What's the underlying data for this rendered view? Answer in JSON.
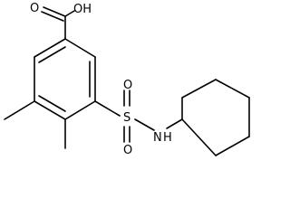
{
  "molecule": {
    "atoms": {
      "carboxyl_oh": "OH",
      "carboxyl_o": "O",
      "sulfur": "S",
      "sulfonyl_o_top": "O",
      "sulfonyl_o_bottom": "O",
      "amine_n": "N",
      "amine_h": "H"
    },
    "colors": {
      "bond": "#000000",
      "label": "#000000",
      "background": "#ffffff"
    }
  }
}
